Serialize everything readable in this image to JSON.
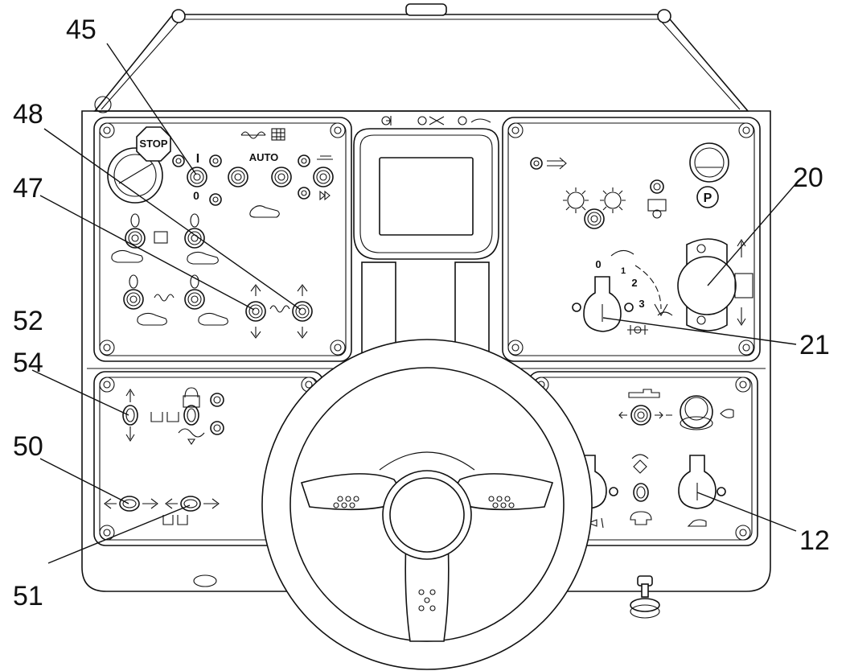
{
  "callouts": [
    "45",
    "48",
    "47",
    "52",
    "54",
    "50",
    "51",
    "20",
    "21",
    "12"
  ],
  "panel_labels": {
    "stop": "STOP",
    "auto": "AUTO",
    "on": "I",
    "off": "0",
    "park": "P",
    "speed_0": "0",
    "speed_1": "1",
    "speed_2": "2",
    "speed_3": "3"
  },
  "icons": [
    "stop-button",
    "toggle-switch",
    "hand-icon",
    "display-screen",
    "parking-brake-icon",
    "ignition-key",
    "steering-wheel",
    "horn-icon",
    "turtle-icon",
    "rabbit-icon"
  ]
}
